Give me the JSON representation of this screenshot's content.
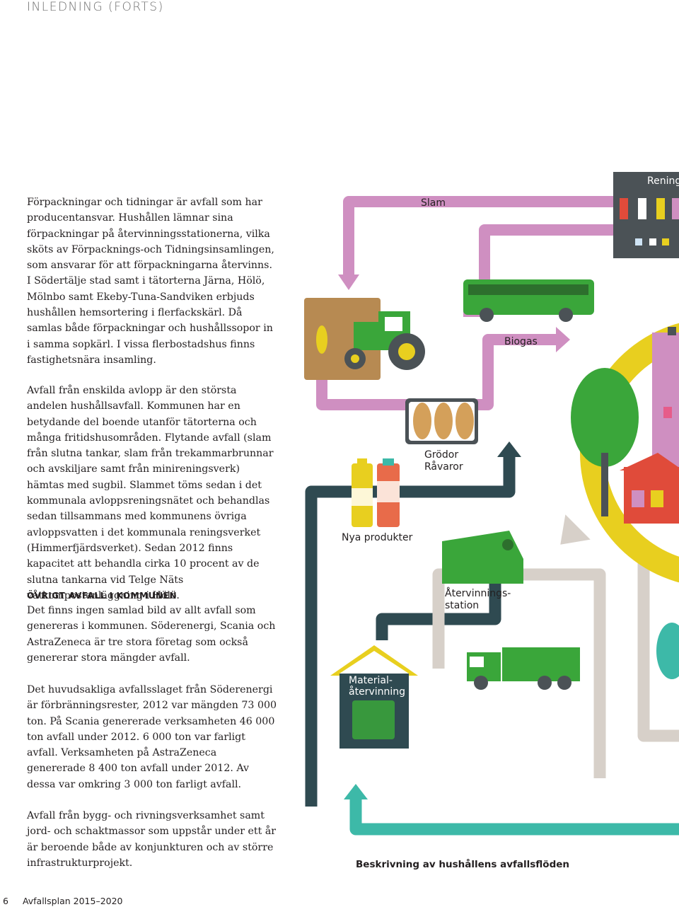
{
  "header": {
    "title": "INLEDNING (FORTS)"
  },
  "body": {
    "p1": "Förpackningar och tidningar är avfall som har producentansvar. Hushållen lämnar sina förpackningar på återvinningsstationerna, vilka sköts av Förpacknings-och Tidningsinsamlingen, som ansvarar för att förpackningarna återvinns. I Södertälje stad samt i tätorterna Järna, Hölö, Mölnbo samt Ekeby-Tuna-Sandviken erbjuds hushållen hemsortering i flerfackskärl. Då samlas både förpackningar och hushållssopor in i samma sopkärl. I vissa flerbostadshus finns fastighetsnära insamling.",
    "p2": "Avfall från enskilda avlopp är den största andelen hushållsavfall. Kommunen har en betydande del boende utanför tätorterna och många fritidshusområden. Flytande avfall (slam från slutna tankar, slam från trekammarbrunnar och avskiljare samt från minireningsverk) hämtas med sugbil. Slammet töms sedan i det kommunala avloppsreningsnätet och behandlas sedan tillsammans med kommunens övriga avloppsvatten i det kommunala reningsverket (Himmerfjärdsverket). Sedan 2012 finns kapacitet att behandla cirka 10 procent av de slutna tankarna vid Telge Näts våtkompostanläggning i Hölö.",
    "p3_heading": "ÖVRIGT AVFALL I KOMMUNEN",
    "p3": "Det finns ingen samlad bild av allt avfall som genereras i kommunen. Söderenergi, Scania och AstraZeneca är tre stora företag som också genererar stora mängder avfall.",
    "p4": "Det huvudsakliga avfallsslaget från Söderenergi är förbränningsrester, 2012 var mängden 73 000 ton. På Scania genererade verksamheten 46 000 ton avfall under 2012. 6 000 ton var farligt avfall. Verksamheten på AstraZeneca genererade 8 400 ton avfall under 2012. Av dessa var omkring 3 000 ton farligt avfall.",
    "p5": "Avfall från bygg- och rivningsverksamhet samt jord- och schaktmassor som uppstår under ett år är beroende både av konjunkturen och av större infrastrukturprojekt."
  },
  "diagram": {
    "labels": {
      "slam": "Slam",
      "rening": "Rening",
      "biogas": "Biogas",
      "grodor_1": "Grödor",
      "grodor_2": "Råvaror",
      "nya_produkter": "Nya produkter",
      "atervinningsstation_1": "Återvinnings-",
      "atervinningsstation_2": "station",
      "material_1": "Material-",
      "material_2": "återvinning"
    },
    "caption": "Beskrivning av hushållens avfallsflöden",
    "colors": {
      "pink": "#cf8fc1",
      "dark_teal": "#2f4a51",
      "teal": "#3db9a8",
      "grey": "#d7d0c9",
      "yellow": "#e8cf1f",
      "green": "#3aa63a",
      "brown": "#b78a52",
      "building": "#4b5256"
    }
  },
  "footer": {
    "page": "6",
    "title": "Avfallsplan 2015–2020"
  }
}
